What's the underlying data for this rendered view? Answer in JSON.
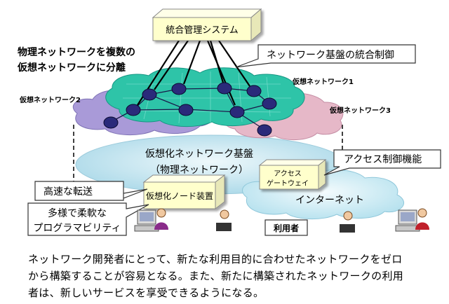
{
  "labels": {
    "system": "統合管理システム",
    "separation_line1": "物理ネットワークを複数の",
    "separation_line2": "仮想ネットワークに分離",
    "integrated_control": "ネットワーク基盤の統合制御",
    "vnet1": "仮想ネットワーク1",
    "vnet2": "仮想ネットワーク2",
    "vnet3": "仮想ネットワーク3",
    "base_line1": "仮想化ネットワーク基盤",
    "base_line2": "（物理ネットワーク）",
    "access_control": "アクセス制御機能",
    "gateway_line1": "アクセス",
    "gateway_line2": "ゲートウェイ",
    "high_speed": "高速な転送",
    "node_device": "仮想化ノード装置",
    "internet": "インターネット",
    "programmability_line1": "多様で柔軟な",
    "programmability_line2": "プログラマビリティ",
    "users": "利用者"
  },
  "caption": [
    "ネットワーク開発者にとって、新たな利用目的に合わせたネットワークをゼロ",
    "から構築することが容易となる。また、新たに構築されたネットワークの利用",
    "者は、新しいサービスを享受できるようになる。"
  ],
  "colors": {
    "vnet1": "#2ec4a8",
    "vnet2": "#a99ad8",
    "vnet3": "#e6b8c8",
    "base": "#bfe3ee",
    "box": "#ffffcc",
    "node": "#2a2a7a"
  }
}
